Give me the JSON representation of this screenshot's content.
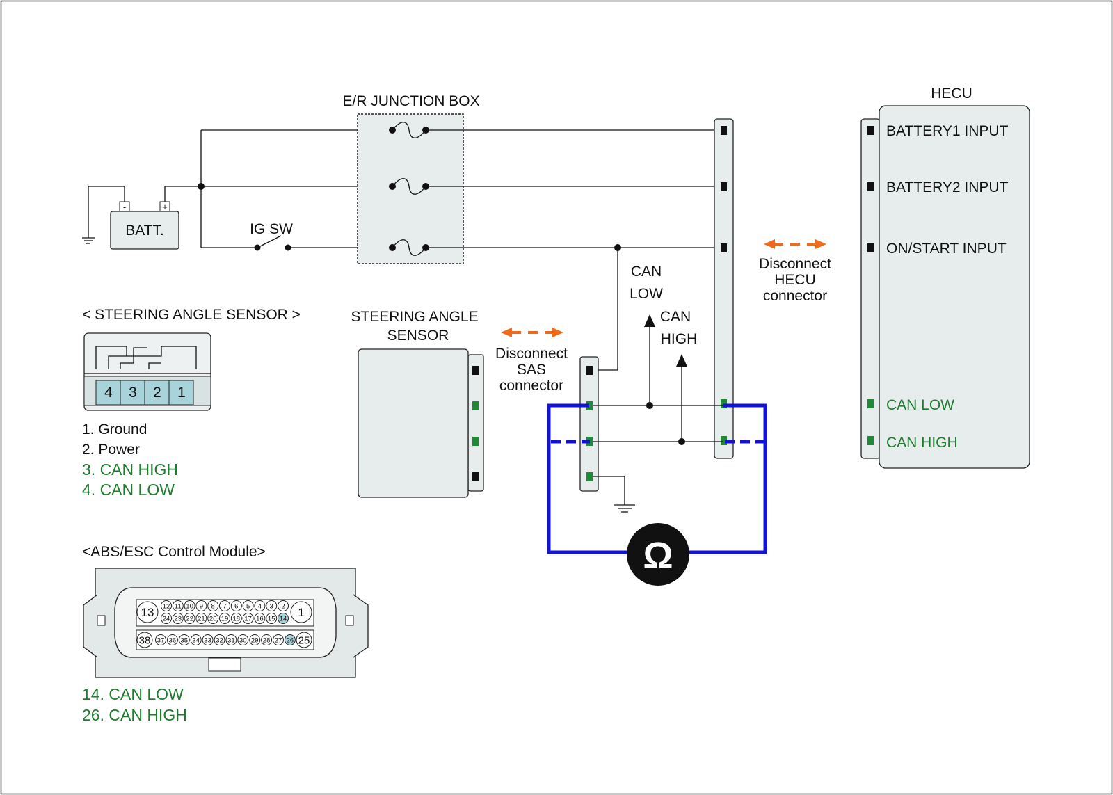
{
  "junction_box": {
    "title": "E/R JUNCTION BOX"
  },
  "battery": {
    "label": "BATT.",
    "neg": "-",
    "pos": "+"
  },
  "ig_switch": {
    "label": "IG SW"
  },
  "hecu": {
    "title": "HECU",
    "pins": [
      "BATTERY1 INPUT",
      "BATTERY2 INPUT",
      "ON/START INPUT",
      "CAN LOW",
      "CAN HIGH"
    ]
  },
  "sas_module": {
    "title_line1": "STEERING ANGLE",
    "title_line2": "SENSOR"
  },
  "probe_labels": {
    "can_low_line1": "CAN",
    "can_low_line2": "LOW",
    "can_high_line1": "CAN",
    "can_high_line2": "HIGH"
  },
  "disconnect_hecu": {
    "line1": "Disconnect",
    "line2": "HECU",
    "line3": "connector"
  },
  "disconnect_sas": {
    "line1": "Disconnect",
    "line2": "SAS",
    "line3": "connector"
  },
  "ohmmeter": {
    "symbol": "Ω"
  },
  "sas_connector": {
    "title": "< STEERING ANGLE SENSOR >",
    "pins": [
      "4",
      "3",
      "2",
      "1"
    ],
    "legend": [
      {
        "text": "1. Ground",
        "color": "#111111"
      },
      {
        "text": "2. Power",
        "color": "#111111"
      },
      {
        "text": "3. CAN HIGH",
        "color": "#1e7d2c"
      },
      {
        "text": "4. CAN LOW",
        "color": "#1e7d2c"
      }
    ]
  },
  "abs_connector": {
    "title": "<ABS/ESC Control Module>",
    "big_pins": [
      "13",
      "1",
      "38",
      "25"
    ],
    "row_top": [
      "12",
      "11",
      "10",
      "9",
      "8",
      "7",
      "6",
      "5",
      "4",
      "3",
      "2"
    ],
    "row_mid": [
      "24",
      "23",
      "22",
      "21",
      "20",
      "19",
      "18",
      "17",
      "16",
      "15",
      "14"
    ],
    "row_bot": [
      "37",
      "36",
      "35",
      "34",
      "33",
      "32",
      "31",
      "30",
      "29",
      "28",
      "27",
      "26"
    ],
    "highlight": [
      "14",
      "26"
    ],
    "legend": [
      {
        "text": "14. CAN LOW",
        "color": "#1e7d2c"
      },
      {
        "text": "26. CAN HIGH",
        "color": "#1e7d2c"
      }
    ]
  }
}
